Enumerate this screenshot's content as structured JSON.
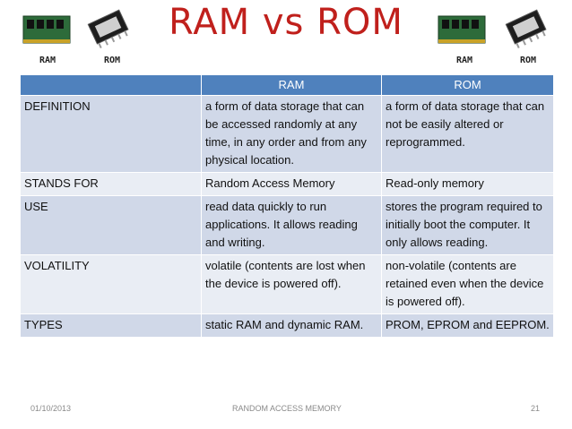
{
  "title": "RAM vs ROM",
  "chip_labels": {
    "left_ram": "RAM",
    "left_rom": "ROM",
    "right_ram": "RAM",
    "right_rom": "ROM"
  },
  "table": {
    "headers": [
      "",
      "RAM",
      "ROM"
    ],
    "rows": [
      [
        "DEFINITION",
        "a form of data storage that can be accessed randomly at any time, in any order and from any physical location.",
        "a form of data storage that can not be easily altered or reprogrammed."
      ],
      [
        "STANDS FOR",
        "Random Access Memory",
        "Read-only memory"
      ],
      [
        "USE",
        " read data quickly to run applications. It allows reading and writing.",
        "stores the program required to initially boot the computer. It only allows reading."
      ],
      [
        "VOLATILITY",
        "volatile (contents are lost when the device is powered off).",
        "non-volatile (contents are retained even when the device is powered off)."
      ],
      [
        "TYPES",
        "static RAM and dynamic RAM.",
        "PROM, EPROM and EEPROM."
      ]
    ]
  },
  "footer": {
    "date": "01/10/2013",
    "center": "RANDOM ACCESS MEMORY",
    "page": "21"
  },
  "colors": {
    "title": "#c0201c",
    "header": "#4f81bd",
    "row_odd": "#d0d8e8",
    "row_even": "#e9edf4"
  }
}
